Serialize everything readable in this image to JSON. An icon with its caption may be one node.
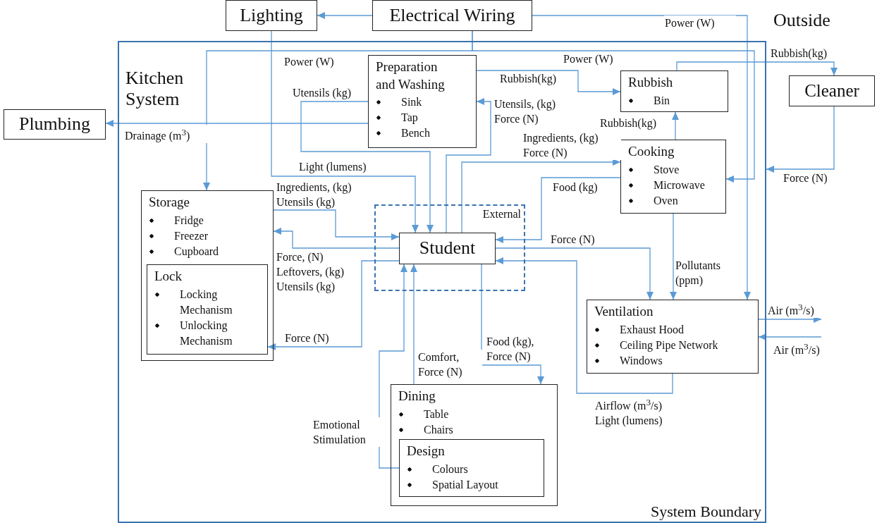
{
  "diagram": {
    "nodes": [
      {
        "text": [
          "Lighting"
        ]
      },
      {
        "text": [
          "Electrical Wiring"
        ]
      },
      {
        "text": [
          "Kitchen System",
          "System Boundary"
        ]
      },
      {
        "text": [
          "Plumbing"
        ]
      },
      {
        "text": [
          "Preparation and Washing",
          "Sink",
          "Tap",
          "Bench"
        ],
        "in": 2
      },
      {
        "text": [
          "Rubbish",
          "Bin"
        ],
        "in": 2
      },
      {
        "text": [
          "Cleaner"
        ]
      },
      {
        "text": [
          "Cooking",
          "Stove",
          "Microwave",
          "Oven"
        ],
        "in": 2
      },
      {
        "text": [
          "Storage",
          "Fridge",
          "Freezer",
          "Cupboard"
        ],
        "in": 2
      },
      {
        "text": [
          "Lock",
          "Locking Mechanism",
          "Unlocking Mechanism"
        ],
        "in": 8
      },
      {
        "text": [
          "External"
        ],
        "in": 2
      },
      {
        "text": [
          "Student"
        ],
        "in": 10
      },
      {
        "text": [
          "Ventilation",
          "Exhaust Hood",
          "Ceiling Pipe Network",
          "Windows"
        ],
        "in": 2
      },
      {
        "text": [
          "Dining",
          "Table",
          "Chairs"
        ],
        "in": 2
      },
      {
        "text": [
          "Design",
          "Colours",
          "Spatial Layout"
        ],
        "in": 13
      }
    ],
    "edges": [
      {
        "from": 1,
        "to": 0,
        "arrow": "to"
      },
      {
        "from": 1,
        "to": 8,
        "arrow": "to",
        "label": "Power (W)"
      },
      {
        "from": 1,
        "to": 7,
        "arrow": "to",
        "label": "Power (W)"
      },
      {
        "from": 1,
        "to": 12,
        "arrow": "to",
        "label": "Power (W)"
      },
      {
        "from": 0,
        "to": 11,
        "arrow": "to",
        "label": "Light (lumens)"
      },
      {
        "from": 4,
        "to": 3,
        "arrow": "to",
        "label": "Drainage (m$^{3}$)"
      },
      {
        "from": 4,
        "to": 11,
        "arrow": "to",
        "label": "Utensils (kg)"
      },
      {
        "from": 11,
        "to": 4,
        "arrow": "to",
        "label": "Utensils, (kg) Force (N)"
      },
      {
        "from": 4,
        "to": 5,
        "arrow": "to",
        "label": "Rubbish(kg)"
      },
      {
        "from": 7,
        "to": 5,
        "arrow": "to",
        "label": "Rubbish(kg)"
      },
      {
        "from": 5,
        "to": 6,
        "arrow": "to",
        "label": "Rubbish(kg)"
      },
      {
        "from": 6,
        "to": 2,
        "arrow": "to",
        "label": "Force (N)"
      },
      {
        "from": 11,
        "to": 7,
        "arrow": "to",
        "label": "Ingredients, (kg) Force (N)"
      },
      {
        "from": 7,
        "to": 11,
        "arrow": "to",
        "label": "Food (kg)"
      },
      {
        "from": 8,
        "to": 11,
        "arrow": "to",
        "label": "Ingredients, (kg) Utensils (kg)"
      },
      {
        "from": 11,
        "to": 8,
        "arrow": "to",
        "label": "Force, (N) Leftovers, (kg) Utensils (kg)"
      },
      {
        "from": 11,
        "to": 9,
        "arrow": "to",
        "label": "Force (N)"
      },
      {
        "from": 11,
        "to": 12,
        "arrow": "to",
        "label": "Force (N)"
      },
      {
        "from": 12,
        "to": 11,
        "arrow": "to",
        "label": "Airflow (m$^{3}$/s) Light (lumens)"
      },
      {
        "from": 7,
        "to": 12,
        "arrow": "to",
        "label": "Pollutants (ppm)"
      },
      {
        "from": 12,
        "to": null,
        "arrow": "to",
        "label": "Air (m$^{3}$/s)"
      },
      {
        "from": null,
        "to": 12,
        "arrow": "to",
        "label": "Air (m$^{3}$/s)"
      },
      {
        "from": 11,
        "to": 13,
        "arrow": "to",
        "label": "Food (kg), Force (N)"
      },
      {
        "from": 13,
        "to": 11,
        "arrow": "to",
        "label": "Comfort, Force (N)"
      },
      {
        "from": 14,
        "to": 11,
        "arrow": "to",
        "label": "Emotional Stimulation"
      }
    ],
    "labels": [
      "Outside"
    ]
  }
}
